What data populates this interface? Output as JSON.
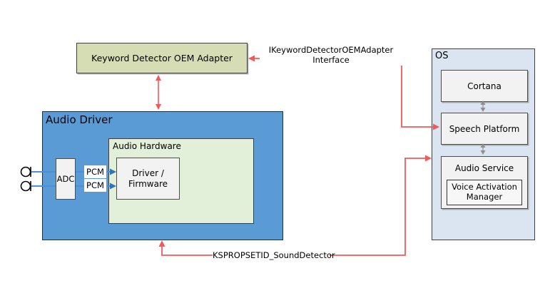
{
  "diagram": {
    "keyword_adapter": {
      "label": "Keyword Detector OEM Adapter"
    },
    "audio_driver": {
      "label": "Audio Driver",
      "audio_hardware": {
        "label": "Audio Hardware",
        "driver_firmware": {
          "line1": "Driver /",
          "line2": "Firmware"
        }
      },
      "adc_label": "ADC",
      "pcm_labels": [
        "PCM",
        "PCM"
      ]
    },
    "os": {
      "label": "OS",
      "cortana_label": "Cortana",
      "speech_platform_label": "Speech Platform",
      "audio_service_label": "Audio Service",
      "voice_activation_manager": {
        "line1": "Voice Activation",
        "line2": "Manager"
      }
    },
    "connector_labels": {
      "ikeyword_line1": "IKeywordDetectorOEMAdapter",
      "ikeyword_line2": "Interface",
      "ksprop": "KSPROPSETID_SoundDetector"
    },
    "colors": {
      "keyword_box_fill": "#d6ddb5",
      "audio_driver_fill": "#5b9bd5",
      "audio_hardware_fill": "#e2efd9",
      "os_fill": "#dbe5f1",
      "inner_box_fill": "#f2f2f2",
      "red_connector": "#f25a5a",
      "blue_line": "#4a90d9",
      "blue_arrowhead": "#2e75b6",
      "gray_arrow": "#8f8f8f"
    }
  }
}
